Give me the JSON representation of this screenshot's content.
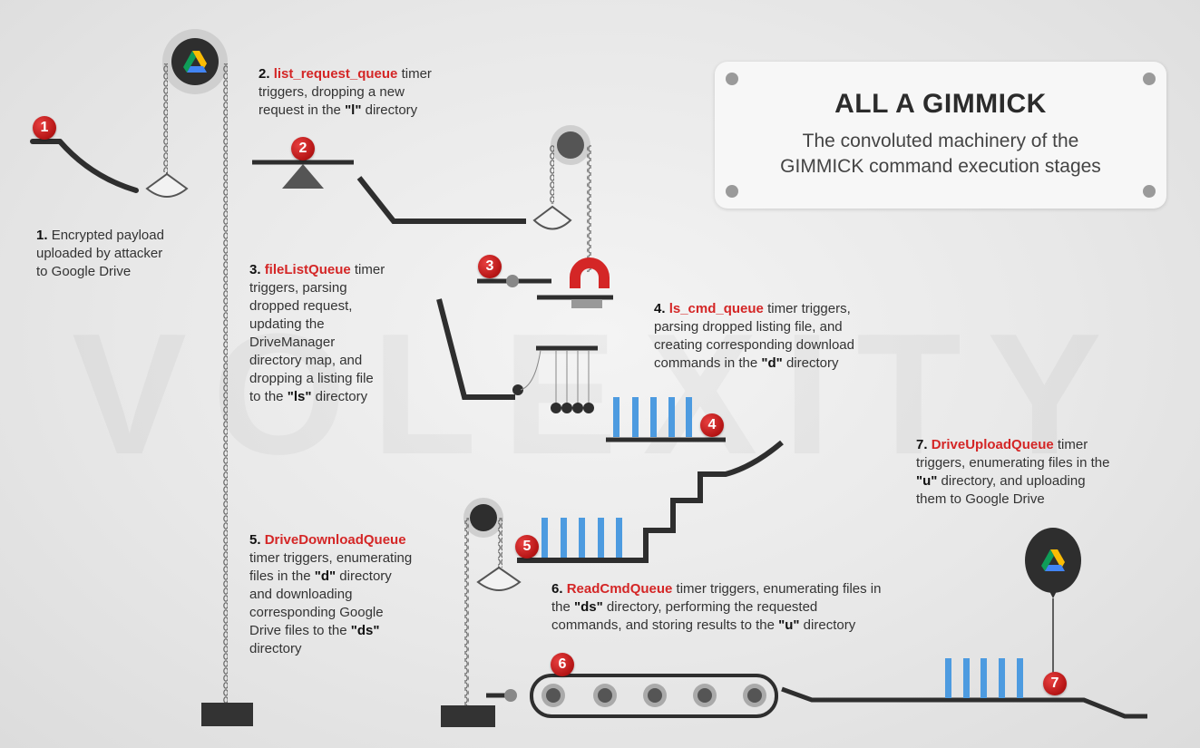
{
  "title_card": {
    "title": "ALL A GIMMICK",
    "subtitle_line1": "The convoluted machinery of the",
    "subtitle_line2": "GIMMICK command execution stages"
  },
  "watermark": "VOLEXITY",
  "markers": [
    "1",
    "2",
    "3",
    "4",
    "5",
    "6",
    "7"
  ],
  "steps": [
    {
      "num": "1.",
      "lines": [
        "Encrypted payload",
        "uploaded by attacker",
        "to Google Drive"
      ]
    },
    {
      "num": "2.",
      "queue": "list_request_queue",
      "after": " timer",
      "lines": [
        "triggers, dropping a new"
      ],
      "pre3": "request in the ",
      "q3": "\"l\"",
      "post3": " directory"
    },
    {
      "num": "3.",
      "queue": "fileListQueue",
      "after": " timer",
      "lines": [
        "triggers, parsing",
        "dropped request,",
        "updating the",
        "DriveManager",
        "directory map, and",
        "dropping a listing file"
      ],
      "pre8": "to the ",
      "q8": "\"ls\"",
      "post8": " directory"
    },
    {
      "num": "4.",
      "queue": "ls_cmd_queue",
      "after": " timer triggers,",
      "lines": [
        "parsing dropped listing file, and",
        "creating corresponding download"
      ],
      "pre4": "commands in the ",
      "q4": "\"d\"",
      "post4": " directory"
    },
    {
      "num": "5.",
      "queue": "DriveDownloadQueue",
      "lines": [
        "timer triggers, enumerating"
      ],
      "pre3": "files in the ",
      "q3": "\"d\"",
      "post3": " directory",
      "lines2": [
        "and downloading",
        "corresponding Google"
      ],
      "pre6": "Drive files to the ",
      "q6": "\"ds\"",
      "line7": "directory"
    },
    {
      "num": "6.",
      "queue": "ReadCmdQueue",
      "after": " timer triggers, enumerating files in",
      "pre2": "the ",
      "q2": "\"ds\"",
      "post2": " directory, performing the requested",
      "pre3": "commands, and storing results to the ",
      "q3": "\"u\"",
      "post3": " directory"
    },
    {
      "num": "7.",
      "queue": "DriveUploadQueue",
      "after": " timer",
      "line2": "triggers, enumerating files in the",
      "q3": "\"u\"",
      "post3": " directory, and uploading",
      "line4": "them to Google Drive"
    }
  ],
  "colors": {
    "accent": "#d42626",
    "bars": "#4d9be0",
    "machine": "#2e2e2e"
  },
  "icons": [
    "google-drive-icon"
  ]
}
